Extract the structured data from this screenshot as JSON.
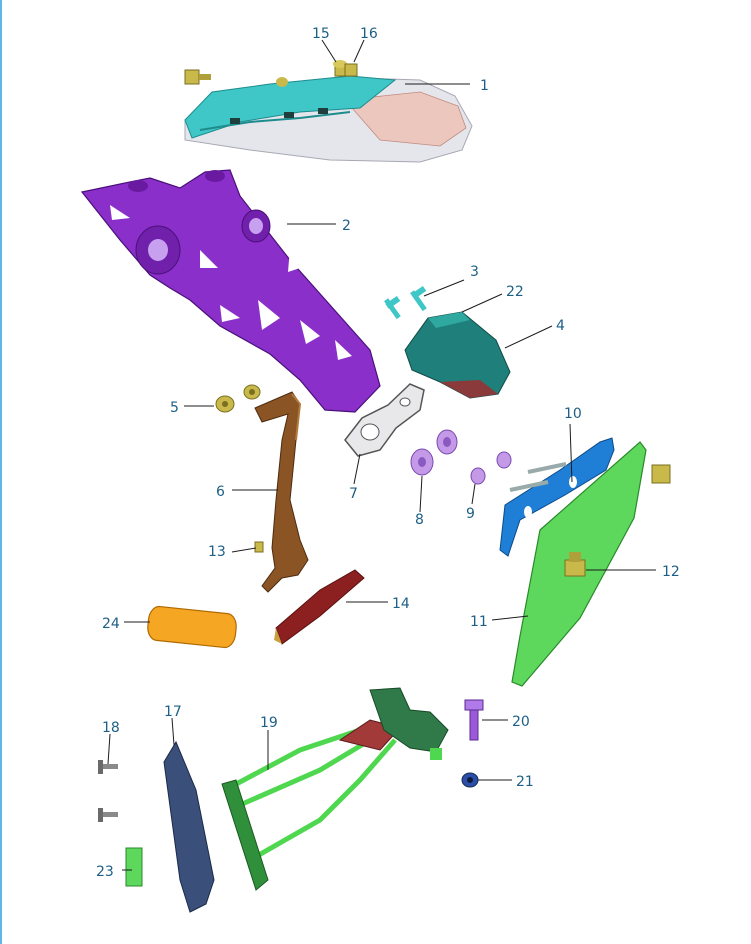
{
  "callouts": [
    {
      "id": "1",
      "label": "1"
    },
    {
      "id": "2",
      "label": "2"
    },
    {
      "id": "3",
      "label": "3"
    },
    {
      "id": "4",
      "label": "4"
    },
    {
      "id": "5",
      "label": "5"
    },
    {
      "id": "6",
      "label": "6"
    },
    {
      "id": "7",
      "label": "7"
    },
    {
      "id": "8",
      "label": "8"
    },
    {
      "id": "9",
      "label": "9"
    },
    {
      "id": "10",
      "label": "10"
    },
    {
      "id": "11",
      "label": "11"
    },
    {
      "id": "12",
      "label": "12"
    },
    {
      "id": "13",
      "label": "13"
    },
    {
      "id": "14",
      "label": "14"
    },
    {
      "id": "15",
      "label": "15"
    },
    {
      "id": "16",
      "label": "16"
    },
    {
      "id": "17",
      "label": "17"
    },
    {
      "id": "18",
      "label": "18"
    },
    {
      "id": "19",
      "label": "19"
    },
    {
      "id": "20",
      "label": "20"
    },
    {
      "id": "21",
      "label": "21"
    },
    {
      "id": "22",
      "label": "22"
    },
    {
      "id": "23",
      "label": "23"
    },
    {
      "id": "24",
      "label": "24"
    }
  ],
  "colors": {
    "frame_edge": "#5fb5e6",
    "callout_text": "#1d5f86",
    "tail_light_housing": "#3fc6c6",
    "bracket_purple": "#8a2fc9",
    "turn_signal_teal": "#1f7f7a",
    "stay_bronze": "#8a5424",
    "reflector_red": "#8c1f1f",
    "reflector_amber": "#f5a623",
    "plate_holder_blue": "#1f7fd6",
    "license_plate_green": "#5dd85d",
    "frame_green": "#4fd84f",
    "collar_lavender": "#c49ae8",
    "bolt_gold": "#c9b84a",
    "nut_blue": "#2b4fa8",
    "mudguard_navy": "#3a4f7a"
  }
}
